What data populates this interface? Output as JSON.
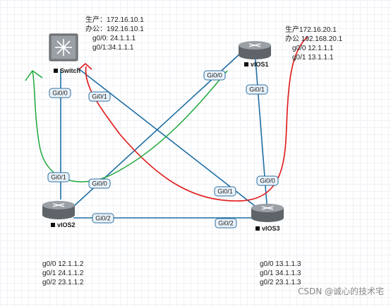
{
  "devices": {
    "switch": {
      "label": "Switch",
      "icon": "layer3-switch-icon"
    },
    "vios1": {
      "label": "vIOS1",
      "icon": "router-icon"
    },
    "vios2": {
      "label": "vIOS2",
      "icon": "router-icon"
    },
    "vios3": {
      "label": "vIOS3",
      "icon": "router-icon"
    }
  },
  "ports": {
    "sw_gi00": "Gi0/0",
    "sw_gi01": "Gi0/1",
    "vios1_gi00": "Gi0/0",
    "vios1_gi01": "Gi0/1",
    "vios2_gi01": "Gi0/1",
    "vios2_gi00": "Gi0/0",
    "vios2_gi02": "Gi0/2",
    "vios3_gi00": "Gi0/0",
    "vios3_gi01": "Gi0/1",
    "vios3_gi02": "Gi0/2"
  },
  "notes": {
    "switch": [
      "生产：172.16.10.1",
      "办公：192.16.10.1",
      "g0/0: 24.1.1.1",
      "g0/1:34.1.1.1"
    ],
    "vios1": [
      "生产172.16.20.1",
      "办公 192.168.20.1",
      "g0/0 12.1.1.1",
      "g0/1 13.1.1.1"
    ],
    "vios2": [
      "g0/0 12.1.1.2",
      "g0/1 24.1.1.2",
      "g0/2 23.1.1.2"
    ],
    "vios3": [
      "g0/0 13.1.1.3",
      "g0/1 34.1.1.3",
      "g0/2 23.1.1.3"
    ]
  },
  "watermark": "CSDN @诚心的技术宅",
  "colors": {
    "link": "#1f6ea3",
    "port_border": "#2e6f9e",
    "port_fill": "#eaf3fb",
    "red_path": "#e02020",
    "green_path": "#1fa83a",
    "device_body": "#6e7378",
    "device_top": "#9aa0a6"
  }
}
